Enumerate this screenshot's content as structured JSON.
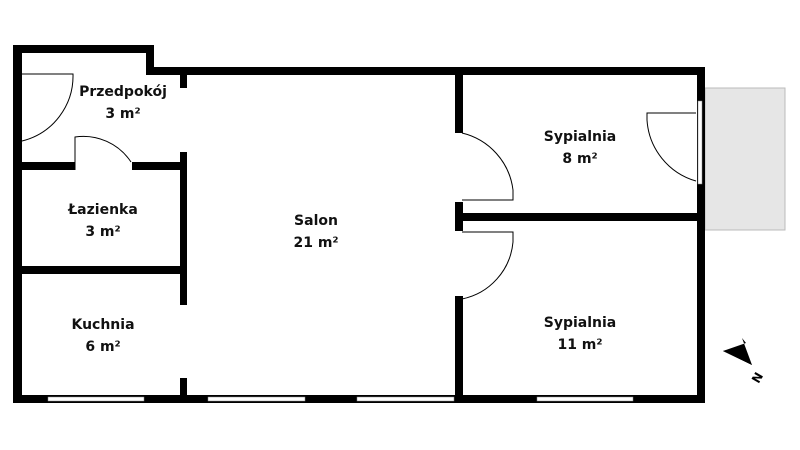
{
  "rooms": [
    {
      "name": "Przedpokój",
      "area": "3 m²"
    },
    {
      "name": "Łazienka",
      "area": "3 m²"
    },
    {
      "name": "Kuchnia",
      "area": "6 m²"
    },
    {
      "name": "Salon",
      "area": "21 m²"
    },
    {
      "name": "Sypialnia",
      "area": "8 m²"
    },
    {
      "name": "Sypialnia",
      "area": "11 m²"
    }
  ],
  "compass": {
    "label": "N"
  },
  "colors": {
    "wall": "#000000",
    "balcony": "#e6e6e6"
  }
}
